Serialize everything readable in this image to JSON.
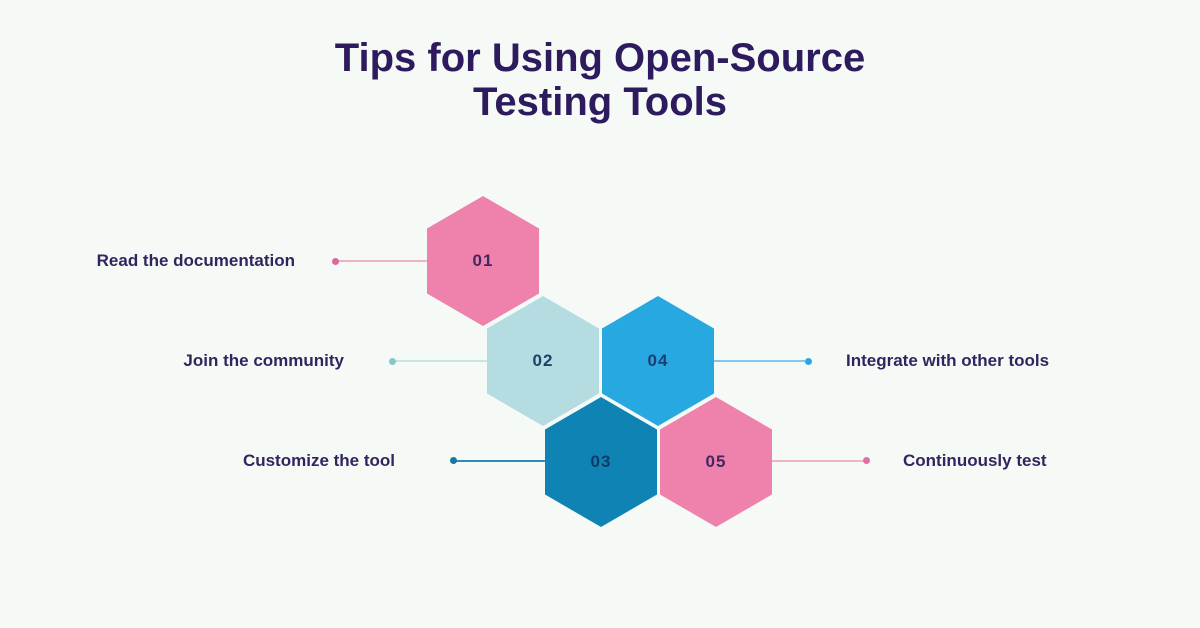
{
  "canvas": {
    "background": "#f6faf7"
  },
  "header": {
    "title_line1": "Tips for Using Open-Source",
    "title_line2": "Testing Tools",
    "color": "#2e1b5e"
  },
  "label_color": "#32255f",
  "steps": [
    {
      "id": "01",
      "label": "Read the documentation",
      "side": "left",
      "hex_color": "#ee82ac",
      "number_color": "#46265f",
      "line_color": "#efb3c9",
      "dot_color": "#d96a9e"
    },
    {
      "id": "02",
      "label": "Join the community",
      "side": "left",
      "hex_color": "#b5dce1",
      "number_color": "#1d3f6b",
      "line_color": "#c9e7e2",
      "dot_color": "#85c8c5"
    },
    {
      "id": "03",
      "label": "Customize the tool",
      "side": "left",
      "hex_color": "#0f83b3",
      "number_color": "#123a66",
      "line_color": "#2f8cba",
      "dot_color": "#16799f"
    },
    {
      "id": "04",
      "label": "Integrate with other tools",
      "side": "right",
      "hex_color": "#27a8e0",
      "number_color": "#1b3f70",
      "line_color": "#7fcbed",
      "dot_color": "#29a8e0"
    },
    {
      "id": "05",
      "label": "Continuously test",
      "side": "right",
      "hex_color": "#ee82ac",
      "number_color": "#46265f",
      "line_color": "#f0b3c8",
      "dot_color": "#e0709f"
    }
  ]
}
